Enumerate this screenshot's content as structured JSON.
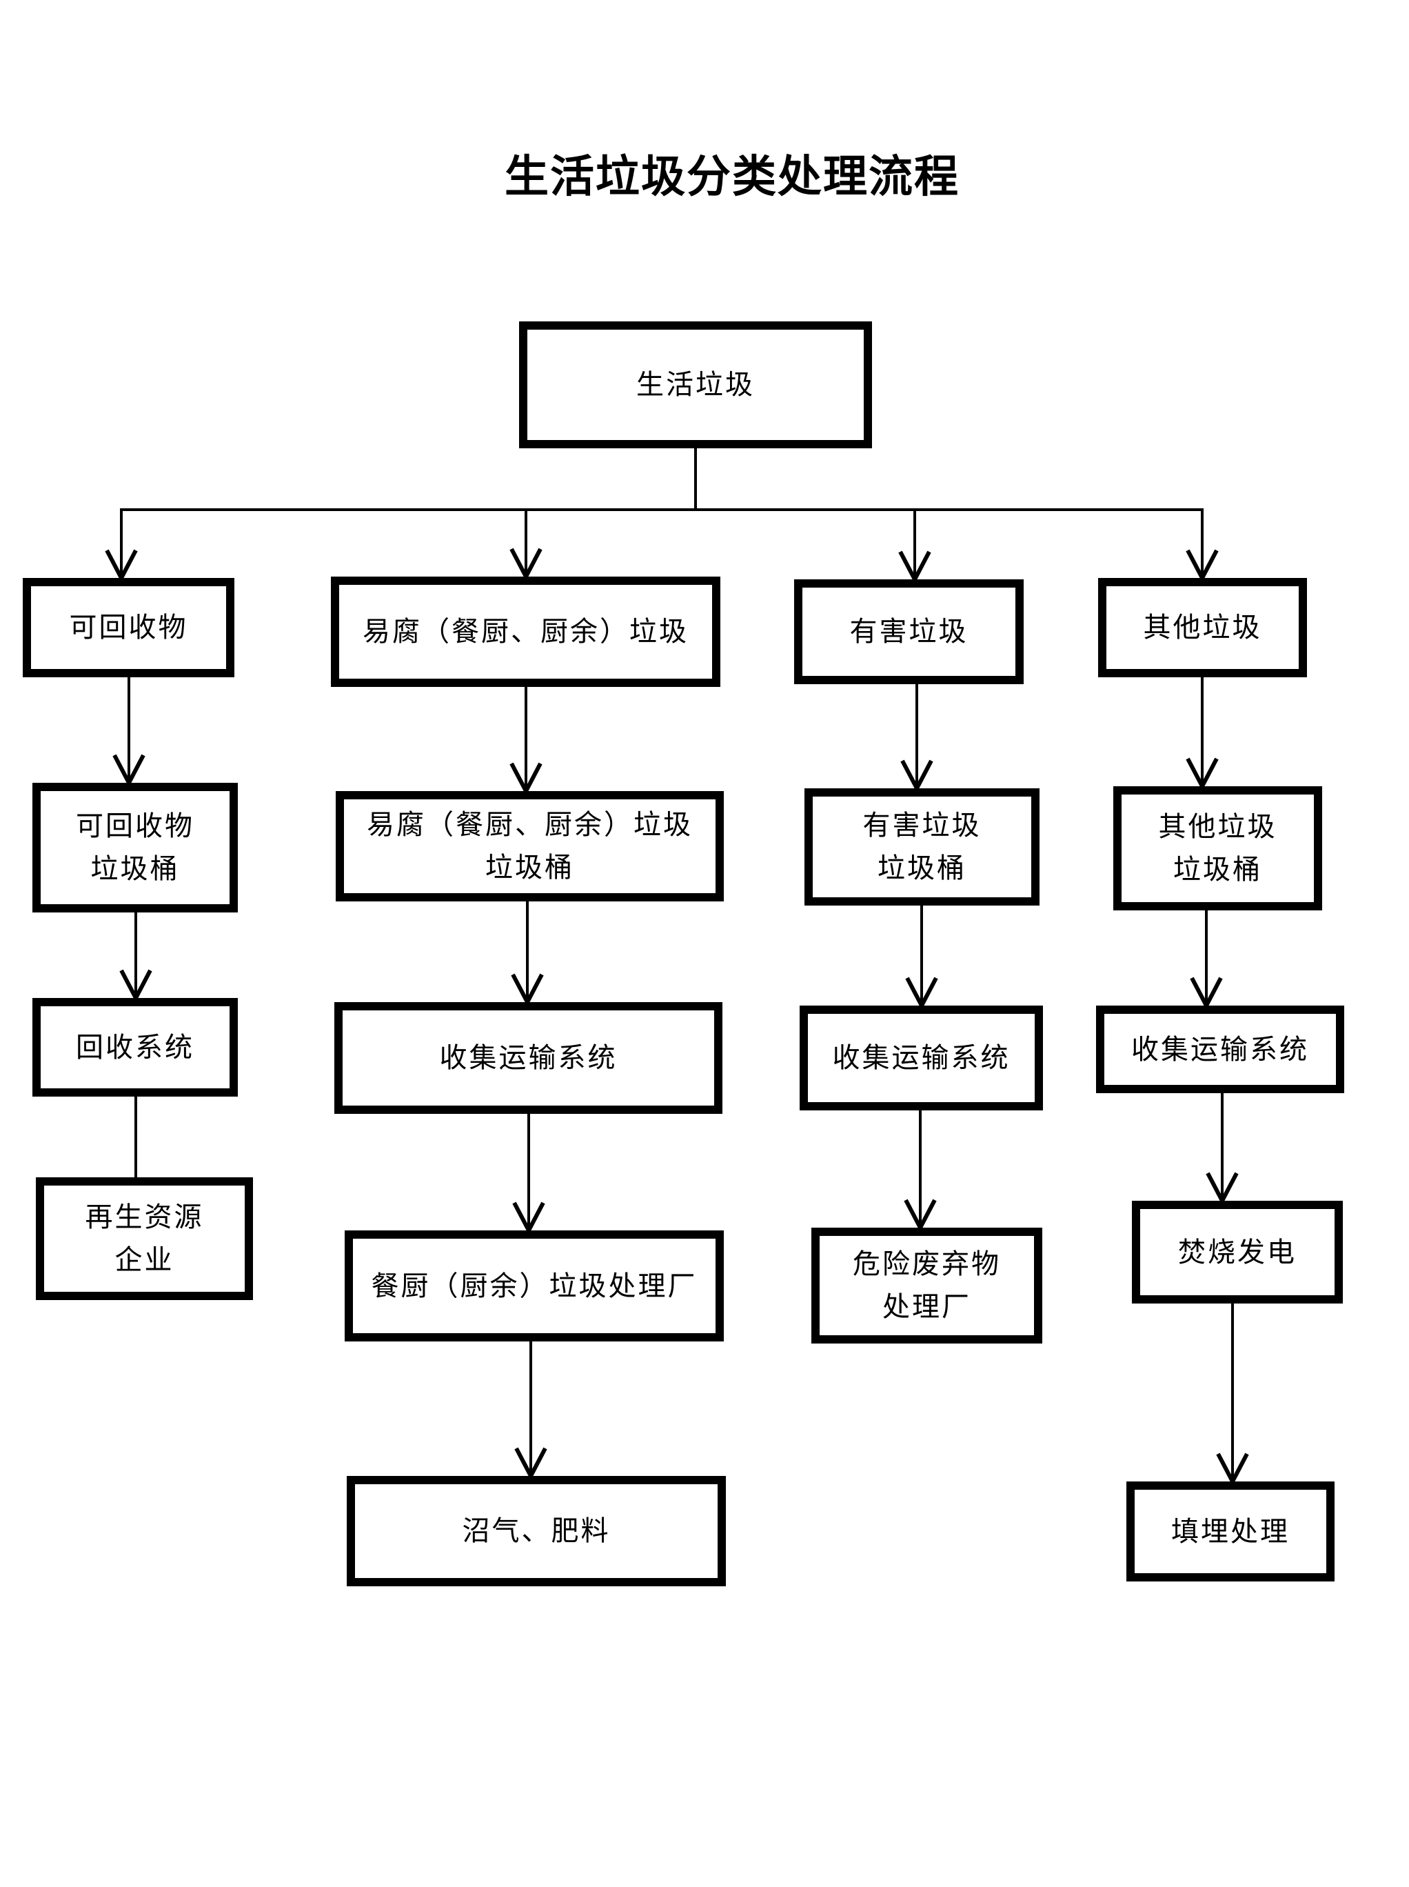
{
  "title": "生活垃圾分类处理流程",
  "colors": {
    "ink": "#000000",
    "background": "#ffffff"
  },
  "flowchart": {
    "root": "生活垃圾",
    "columns": [
      {
        "id": "recyclables",
        "nodes": [
          "可回收物",
          "可回收物\n垃圾桶",
          "回收系统",
          "再生资源\n企业"
        ]
      },
      {
        "id": "perishable",
        "nodes": [
          "易腐（餐厨、厨余）垃圾",
          "易腐（餐厨、厨余）垃圾\n垃圾桶",
          "收集运输系统",
          "餐厨（厨余）垃圾处理厂",
          "沼气、肥料"
        ]
      },
      {
        "id": "hazardous",
        "nodes": [
          "有害垃圾",
          "有害垃圾\n垃圾桶",
          "收集运输系统",
          "危险废弃物\n处理厂"
        ]
      },
      {
        "id": "other",
        "nodes": [
          "其他垃圾",
          "其他垃圾\n垃圾桶",
          "收集运输系统",
          "焚烧发电",
          "填埋处理"
        ]
      }
    ]
  }
}
